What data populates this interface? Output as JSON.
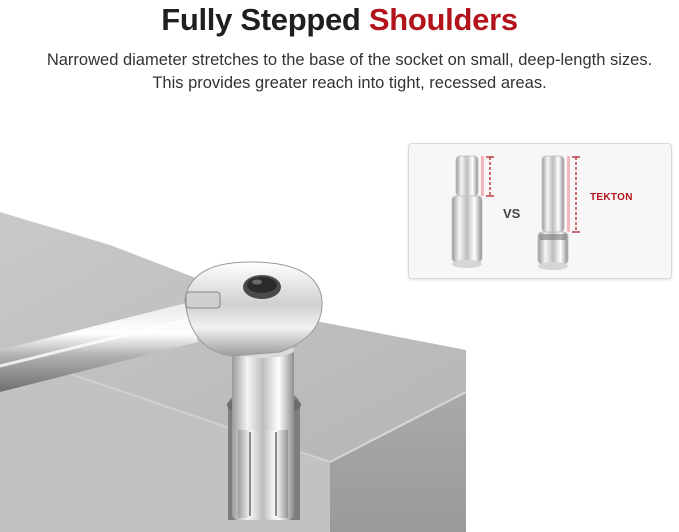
{
  "headline": {
    "main": "Fully Stepped",
    "accent": "Shoulders"
  },
  "subtitle": "Narrowed diameter stretches to the base of the socket on small, deep-length sizes. This provides greater reach into tight, recessed areas.",
  "comparison": {
    "vs_label": "VS",
    "brand_label": "TEKTON"
  },
  "colors": {
    "accent": "#b3141b",
    "text": "#1f1f1f"
  }
}
